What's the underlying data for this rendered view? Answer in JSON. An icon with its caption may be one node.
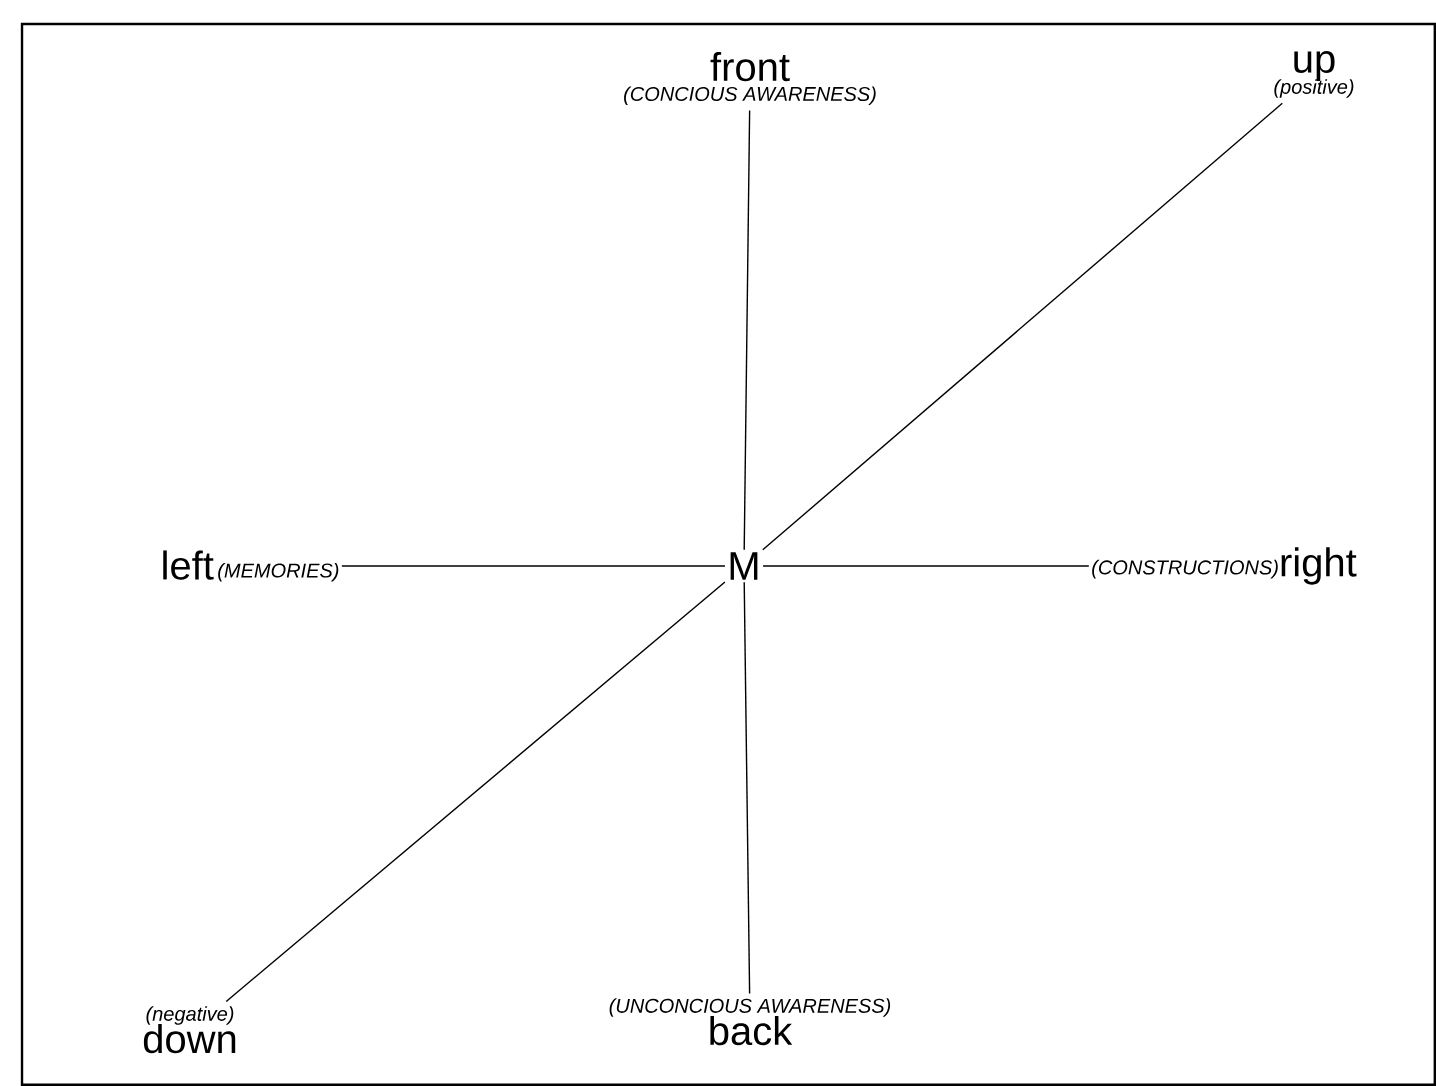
{
  "diagram": {
    "nodes": [
      {
        "text": [
          "front",
          "(CONCIOUS AWARENESS)"
        ]
      },
      {
        "text": [
          "up",
          "(positive)"
        ]
      },
      {
        "text": [
          "left",
          "(MEMORIES)"
        ]
      },
      {
        "text": [
          "M"
        ]
      },
      {
        "text": [
          "(CONSTRUCTIONS)",
          "right"
        ]
      },
      {
        "text": [
          "(negative)",
          "down"
        ]
      },
      {
        "text": [
          "(UNCONCIOUS AWARENESS)",
          "back"
        ]
      }
    ],
    "edges": [
      {
        "from": 3,
        "to": 0,
        "arrow": "none"
      },
      {
        "from": 3,
        "to": 1,
        "arrow": "none"
      },
      {
        "from": 3,
        "to": 2,
        "arrow": "none"
      },
      {
        "from": 3,
        "to": 4,
        "arrow": "none"
      },
      {
        "from": 3,
        "to": 5,
        "arrow": "none"
      },
      {
        "from": 3,
        "to": 6,
        "arrow": "none"
      }
    ]
  }
}
